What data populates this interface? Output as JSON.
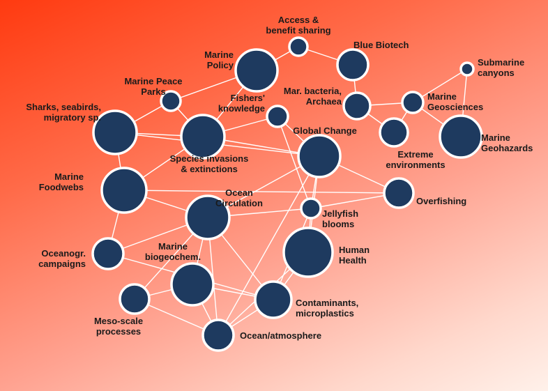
{
  "diagram": {
    "type": "network",
    "colors": {
      "node_fill": "#1e3a5f",
      "node_stroke": "#ffffff",
      "edge": "#ffffff",
      "label": "#1a1a1a"
    },
    "nodes": [
      {
        "id": "access",
        "lines": [
          "Access &",
          "benefit sharing"
        ]
      },
      {
        "id": "policy",
        "lines": [
          "Marine",
          "Policy"
        ]
      },
      {
        "id": "blue",
        "lines": [
          "Blue Biotech"
        ]
      },
      {
        "id": "peace",
        "lines": [
          "Marine Peace",
          "Parks"
        ]
      },
      {
        "id": "sharks",
        "lines": [
          "Sharks, seabirds,",
          "migratory sp."
        ]
      },
      {
        "id": "fishers",
        "lines": [
          "Fishers'",
          "knowledge"
        ]
      },
      {
        "id": "marbact",
        "lines": [
          "Mar. bacteria,",
          "Archaea"
        ]
      },
      {
        "id": "submarine",
        "lines": [
          "Submarine",
          "canyons"
        ]
      },
      {
        "id": "geosci",
        "lines": [
          "Marine",
          "Geosciences"
        ]
      },
      {
        "id": "geohaz",
        "lines": [
          "Marine",
          "Geohazards"
        ]
      },
      {
        "id": "extreme",
        "lines": [
          "Extreme",
          "environments"
        ]
      },
      {
        "id": "invasions",
        "lines": [
          "Species invasions",
          "& extinctions"
        ]
      },
      {
        "id": "global",
        "lines": [
          "Global Change"
        ]
      },
      {
        "id": "foodwebs",
        "lines": [
          "Marine",
          "Foodwebs"
        ]
      },
      {
        "id": "overfishing",
        "lines": [
          "Overfishing"
        ]
      },
      {
        "id": "circulation",
        "lines": [
          "Ocean",
          "Circulation"
        ]
      },
      {
        "id": "jellyfish",
        "lines": [
          "Jellyfish",
          "blooms"
        ]
      },
      {
        "id": "health",
        "lines": [
          "Human",
          "Health"
        ]
      },
      {
        "id": "campaigns",
        "lines": [
          "Oceanogr.",
          "campaigns"
        ]
      },
      {
        "id": "biogeochem",
        "lines": [
          "Marine",
          "biogeochem."
        ]
      },
      {
        "id": "mesoscale",
        "lines": [
          "Meso-scale",
          "processes"
        ]
      },
      {
        "id": "contaminants",
        "lines": [
          "Contaminants,",
          "microplastics"
        ]
      },
      {
        "id": "atmosphere",
        "lines": [
          "Ocean/atmosphere"
        ]
      }
    ],
    "edges": [
      [
        "access",
        "policy"
      ],
      [
        "access",
        "blue"
      ],
      [
        "policy",
        "peace"
      ],
      [
        "policy",
        "invasions"
      ],
      [
        "peace",
        "sharks"
      ],
      [
        "peace",
        "invasions"
      ],
      [
        "sharks",
        "invasions"
      ],
      [
        "sharks",
        "global"
      ],
      [
        "sharks",
        "foodwebs"
      ],
      [
        "fishers",
        "invasions"
      ],
      [
        "fishers",
        "global"
      ],
      [
        "fishers",
        "jellyfish"
      ],
      [
        "blue",
        "marbact"
      ],
      [
        "marbact",
        "geosci"
      ],
      [
        "marbact",
        "extreme"
      ],
      [
        "submarine",
        "geosci"
      ],
      [
        "submarine",
        "geohaz"
      ],
      [
        "geosci",
        "extreme"
      ],
      [
        "geosci",
        "geohaz"
      ],
      [
        "invasions",
        "foodwebs"
      ],
      [
        "invasions",
        "global"
      ],
      [
        "global",
        "overfishing"
      ],
      [
        "global",
        "circulation"
      ],
      [
        "global",
        "jellyfish"
      ],
      [
        "global",
        "health"
      ],
      [
        "global",
        "atmosphere"
      ],
      [
        "foodwebs",
        "circulation"
      ],
      [
        "foodwebs",
        "campaigns"
      ],
      [
        "foodwebs",
        "overfishing"
      ],
      [
        "overfishing",
        "jellyfish"
      ],
      [
        "circulation",
        "jellyfish"
      ],
      [
        "circulation",
        "campaigns"
      ],
      [
        "circulation",
        "biogeochem"
      ],
      [
        "circulation",
        "mesoscale"
      ],
      [
        "circulation",
        "contaminants"
      ],
      [
        "circulation",
        "atmosphere"
      ],
      [
        "jellyfish",
        "health"
      ],
      [
        "jellyfish",
        "contaminants"
      ],
      [
        "health",
        "contaminants"
      ],
      [
        "health",
        "atmosphere"
      ],
      [
        "campaigns",
        "contaminants"
      ],
      [
        "biogeochem",
        "atmosphere"
      ],
      [
        "biogeochem",
        "contaminants"
      ],
      [
        "mesoscale",
        "atmosphere"
      ],
      [
        "mesoscale",
        "biogeochem"
      ],
      [
        "contaminants",
        "atmosphere"
      ]
    ]
  }
}
